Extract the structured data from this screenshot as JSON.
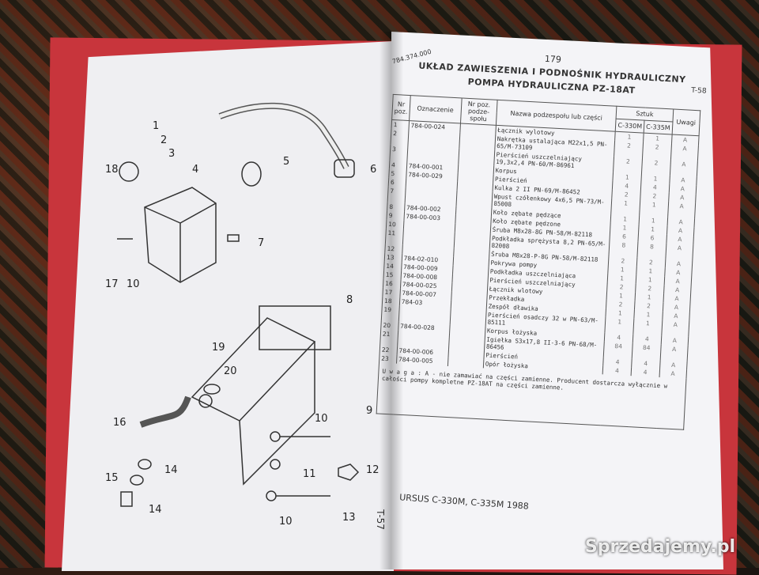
{
  "left_page": {
    "callouts": [
      "1",
      "2",
      "3",
      "4",
      "5",
      "6",
      "18",
      "7",
      "17",
      "10",
      "8",
      "19",
      "20",
      "16",
      "9",
      "10",
      "14",
      "12",
      "15",
      "14",
      "11",
      "13",
      "10"
    ],
    "table_ref": "T-57"
  },
  "right_page": {
    "page_number": "179",
    "catalog_code": "784.374.000",
    "title_line1": "UKŁAD ZAWIESZENIA I PODNOŚNIK HYDRAULICZNY",
    "title_line2": "POMPA HYDRAULICZNA PZ-18AT",
    "table_ref": "T-58",
    "headers": {
      "nr": "Nr poz.",
      "code": "Oznaczenie",
      "sub": "Nr poz. podze-społu",
      "name": "Nazwa podzespołu lub części",
      "qty": "Sztuk",
      "c330": "C-330M",
      "c335": "C-335M",
      "notes": "Uwagi"
    },
    "rows": [
      {
        "nr": "1",
        "code": "784-00-024",
        "name": "Łącznik wylotowy",
        "c330": "1",
        "c335": "1",
        "note": "A"
      },
      {
        "nr": "2",
        "code": "",
        "name": "Nakrętka ustalająca M22x1,5 PN-65/M-73109",
        "c330": "2",
        "c335": "2",
        "note": "A"
      },
      {
        "nr": "3",
        "code": "",
        "name": "Pierścień uszczelniający 19,3x2,4 PN-60/M-86961",
        "c330": "2",
        "c335": "2",
        "note": "A"
      },
      {
        "nr": "4",
        "code": "784-00-001",
        "name": "Korpus",
        "c330": "1",
        "c335": "1",
        "note": "A"
      },
      {
        "nr": "5",
        "code": "784-00-029",
        "name": "Pierścień",
        "c330": "4",
        "c335": "4",
        "note": "A"
      },
      {
        "nr": "6",
        "code": "",
        "name": "Kulka 2 II PN-69/M-86452",
        "c330": "2",
        "c335": "2",
        "note": "A"
      },
      {
        "nr": "7",
        "code": "",
        "name": "Wpust czółenkowy 4x6,5 PN-73/M-85008",
        "c330": "1",
        "c335": "1",
        "note": "A"
      },
      {
        "nr": "8",
        "code": "784-00-002",
        "name": "Koło zębate pędzące",
        "c330": "1",
        "c335": "1",
        "note": "A"
      },
      {
        "nr": "9",
        "code": "784-00-003",
        "name": "Koło zębate pędzone",
        "c330": "1",
        "c335": "1",
        "note": "A"
      },
      {
        "nr": "10",
        "code": "",
        "name": "Śruba M8x28-8G PN-58/M-82118",
        "c330": "6",
        "c335": "6",
        "note": "A"
      },
      {
        "nr": "11",
        "code": "",
        "name": "Podkładka sprężysta 8,2 PN-65/M-82008",
        "c330": "8",
        "c335": "8",
        "note": "A"
      },
      {
        "nr": "12",
        "code": "",
        "name": "Śruba M8x28-P-8G PN-58/M-82118",
        "c330": "2",
        "c335": "2",
        "note": "A"
      },
      {
        "nr": "13",
        "code": "784-02-010",
        "name": "Pokrywa pompy",
        "c330": "1",
        "c335": "1",
        "note": "A"
      },
      {
        "nr": "14",
        "code": "784-00-009",
        "name": "Podkładka uszczelniająca",
        "c330": "1",
        "c335": "1",
        "note": "A"
      },
      {
        "nr": "15",
        "code": "784-00-008",
        "name": "Pierścień uszczelniający",
        "c330": "2",
        "c335": "2",
        "note": "A"
      },
      {
        "nr": "16",
        "code": "784-00-025",
        "name": "Łącznik wlotowy",
        "c330": "1",
        "c335": "1",
        "note": "A"
      },
      {
        "nr": "17",
        "code": "784-00-007",
        "name": "Przekładka",
        "c330": "2",
        "c335": "2",
        "note": "A"
      },
      {
        "nr": "18",
        "code": "784-03",
        "name": "Zespół dławika",
        "c330": "1",
        "c335": "1",
        "note": "A"
      },
      {
        "nr": "19",
        "code": "",
        "name": "Pierścień osadczy 32 w PN-63/M-85111",
        "c330": "1",
        "c335": "1",
        "note": "A"
      },
      {
        "nr": "20",
        "code": "784-00-028",
        "name": "Korpus łożyska",
        "c330": "4",
        "c335": "4",
        "note": "A"
      },
      {
        "nr": "21",
        "code": "",
        "name": "Igiełka S3x17,8 II-3-6 PN-68/M-86456",
        "c330": "84",
        "c335": "84",
        "note": "A"
      },
      {
        "nr": "22",
        "code": "784-00-006",
        "name": "Pierścień",
        "c330": "4",
        "c335": "4",
        "note": "A"
      },
      {
        "nr": "23",
        "code": "784-00-005",
        "name": "Opór łożyska",
        "c330": "4",
        "c335": "4",
        "note": "A"
      }
    ],
    "note_label": "U w a g a :",
    "note_text": "A - nie zamawiać na części zamienne. Producent dostarcza wyłącznie w całości pompy kompletne PZ-18AT na części zamienne.",
    "footer": "URSUS C-330M, C-335M 1988"
  },
  "watermark": "Sprzedajemy.pl",
  "colors": {
    "cover": "#c8353c",
    "paper": "#f4f4f7"
  }
}
